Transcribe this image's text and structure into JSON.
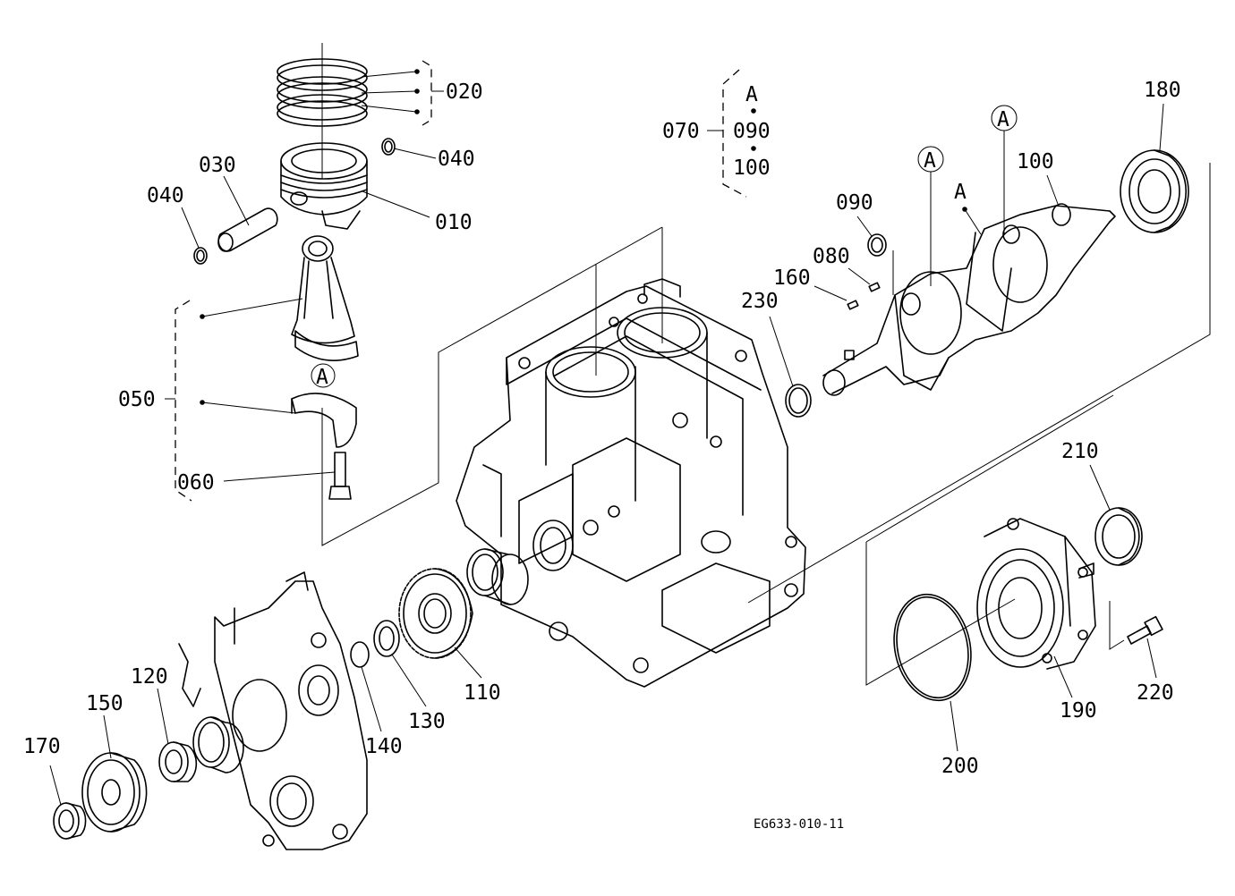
{
  "diagram_code": "EG633-010-11",
  "callouts": {
    "p010": "010",
    "p020": "020",
    "p030": "030",
    "p040a": "040",
    "p040b": "040",
    "p050": "050",
    "p060": "060",
    "p070": "070",
    "p080": "080",
    "p090a": "090",
    "p090b": "090",
    "p100a": "100",
    "p100b": "100",
    "p110": "110",
    "p120": "120",
    "p130": "130",
    "p140": "140",
    "p150": "150",
    "p160": "160",
    "p170": "170",
    "p180": "180",
    "p190": "190",
    "p200": "200",
    "p210": "210",
    "p220": "220",
    "p230": "230"
  },
  "markers": {
    "a_rod": "A",
    "a_crank1": "A",
    "a_crank2": "A",
    "a_crank_dot": "A",
    "a_group070": "A"
  }
}
